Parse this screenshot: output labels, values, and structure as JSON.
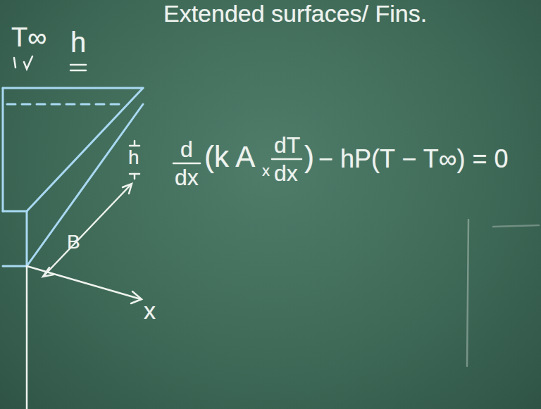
{
  "diagram": {
    "title": "Extended surfaces/ Fins.",
    "labels": [
      "T∞",
      "h",
      "h",
      "B",
      "x",
      "d",
      "dx",
      "(k A",
      "x",
      "dT",
      "dx",
      ")",
      "− hP(T − T∞) = 0"
    ]
  }
}
